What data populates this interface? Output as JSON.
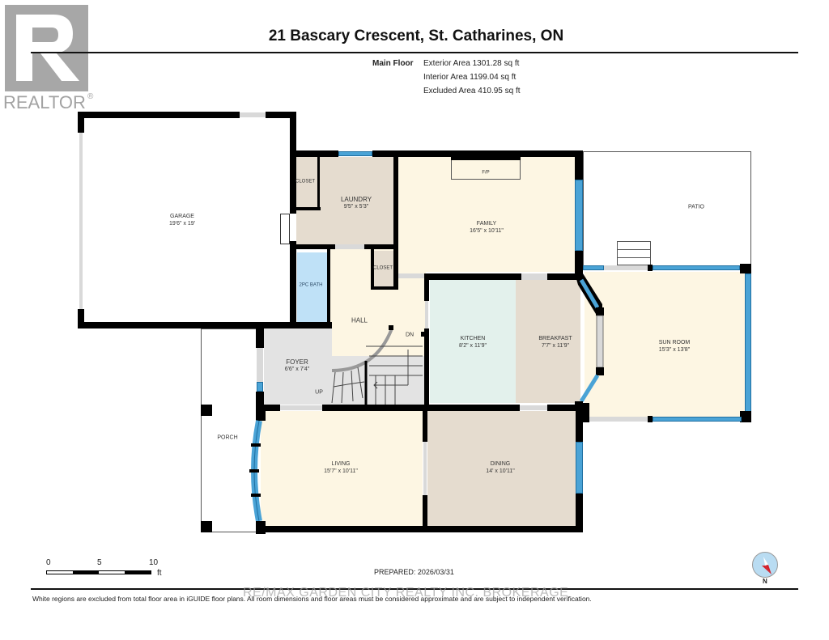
{
  "logo": {
    "text": "REALTOR",
    "registered": "®",
    "icon": "realtor-r-logo"
  },
  "header": {
    "title": "21 Bascary Crescent, St. Catharines, ON",
    "floor_label": "Main Floor",
    "areas": [
      "Exterior Area 1301.28 sq ft",
      "Interior Area 1199.04 sq ft",
      "Excluded Area 410.95 sq ft"
    ]
  },
  "rooms": {
    "garage": {
      "name": "GARAGE",
      "dims": "19'6\" x 19'"
    },
    "laundry": {
      "name": "LAUNDRY",
      "dims": "9'5\" x 5'3\""
    },
    "closet_laundry": {
      "name": "CLOSET"
    },
    "closet_hall": {
      "name": "CLOSET"
    },
    "bath": {
      "name": "2PC BATH"
    },
    "hall": {
      "name": "HALL"
    },
    "family": {
      "name": "FAMILY",
      "dims": "16'5\" x 10'11\""
    },
    "fireplace": {
      "name": "F/P"
    },
    "patio": {
      "name": "PATIO"
    },
    "foyer": {
      "name": "FOYER",
      "dims": "6'6\" x 7'4\""
    },
    "stairs_up": {
      "name": "UP"
    },
    "stairs_down": {
      "name": "DN"
    },
    "kitchen": {
      "name": "KITCHEN",
      "dims": "8'2\" x 11'9\""
    },
    "breakfast": {
      "name": "BREAKFAST",
      "dims": "7'7\" x 11'9\""
    },
    "sunroom": {
      "name": "SUN ROOM",
      "dims": "15'3\" x 13'8\""
    },
    "porch": {
      "name": "PORCH"
    },
    "living": {
      "name": "LIVING",
      "dims": "15'7\" x 10'11\""
    },
    "dining": {
      "name": "DINING",
      "dims": "14' x 10'11\""
    }
  },
  "scale": {
    "ticks": [
      "0",
      "5",
      "10"
    ],
    "unit": "ft"
  },
  "footer": {
    "prepared": "PREPARED: 2026/03/31",
    "disclaimer": "White regions are excluded from total floor area in iGUIDE floor plans. All room dimensions and floor areas must be considered approximate and are subject to independent verification.",
    "watermark": "RE/MAX GARDEN CITY REALTY INC. BROKERAGE",
    "compass_label": "N"
  },
  "colors": {
    "wall": "#000000",
    "window": "#4aa3d6",
    "cream_room": "#fdf6e3",
    "tan_room": "#e5dccf",
    "kitchen": "#e3f1ec",
    "bath": "#bfe1f7",
    "foyer_stairs": "#e3e3e3",
    "compass_arrow": "#d4202a"
  }
}
